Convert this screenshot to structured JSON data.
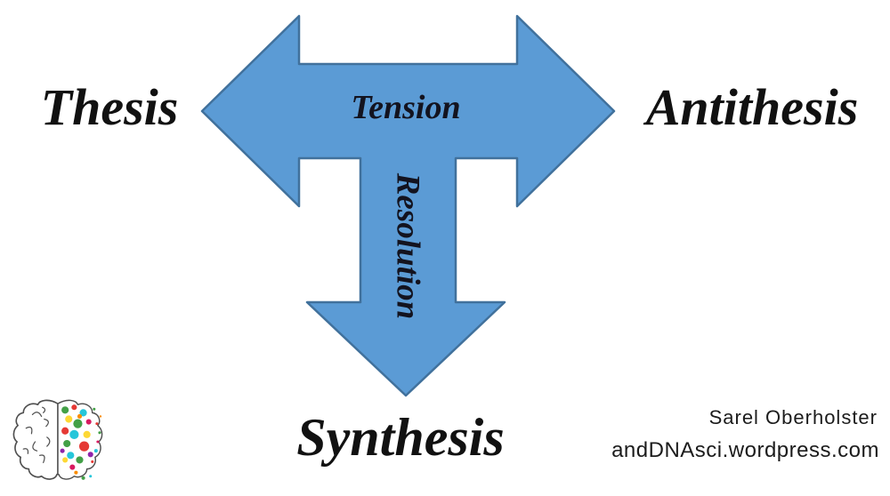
{
  "diagram": {
    "labels": {
      "thesis": "Thesis",
      "antithesis": "Antithesis",
      "synthesis": "Synthesis",
      "tension": "Tension",
      "resolution": "Resolution"
    },
    "colors": {
      "arrow_fill": "#5B9BD5",
      "arrow_stroke": "#41719C",
      "label_text": "#111111"
    }
  },
  "footer": {
    "author": "Sarel Oberholster",
    "website": "andDNAsci.wordpress.com"
  },
  "logo": {
    "icon": "brain-icon",
    "outline": "#4f4f4f",
    "palette": [
      "#e53935",
      "#fb8c00",
      "#fdd835",
      "#43a047",
      "#26c6da",
      "#d81b60",
      "#8e24aa"
    ]
  }
}
